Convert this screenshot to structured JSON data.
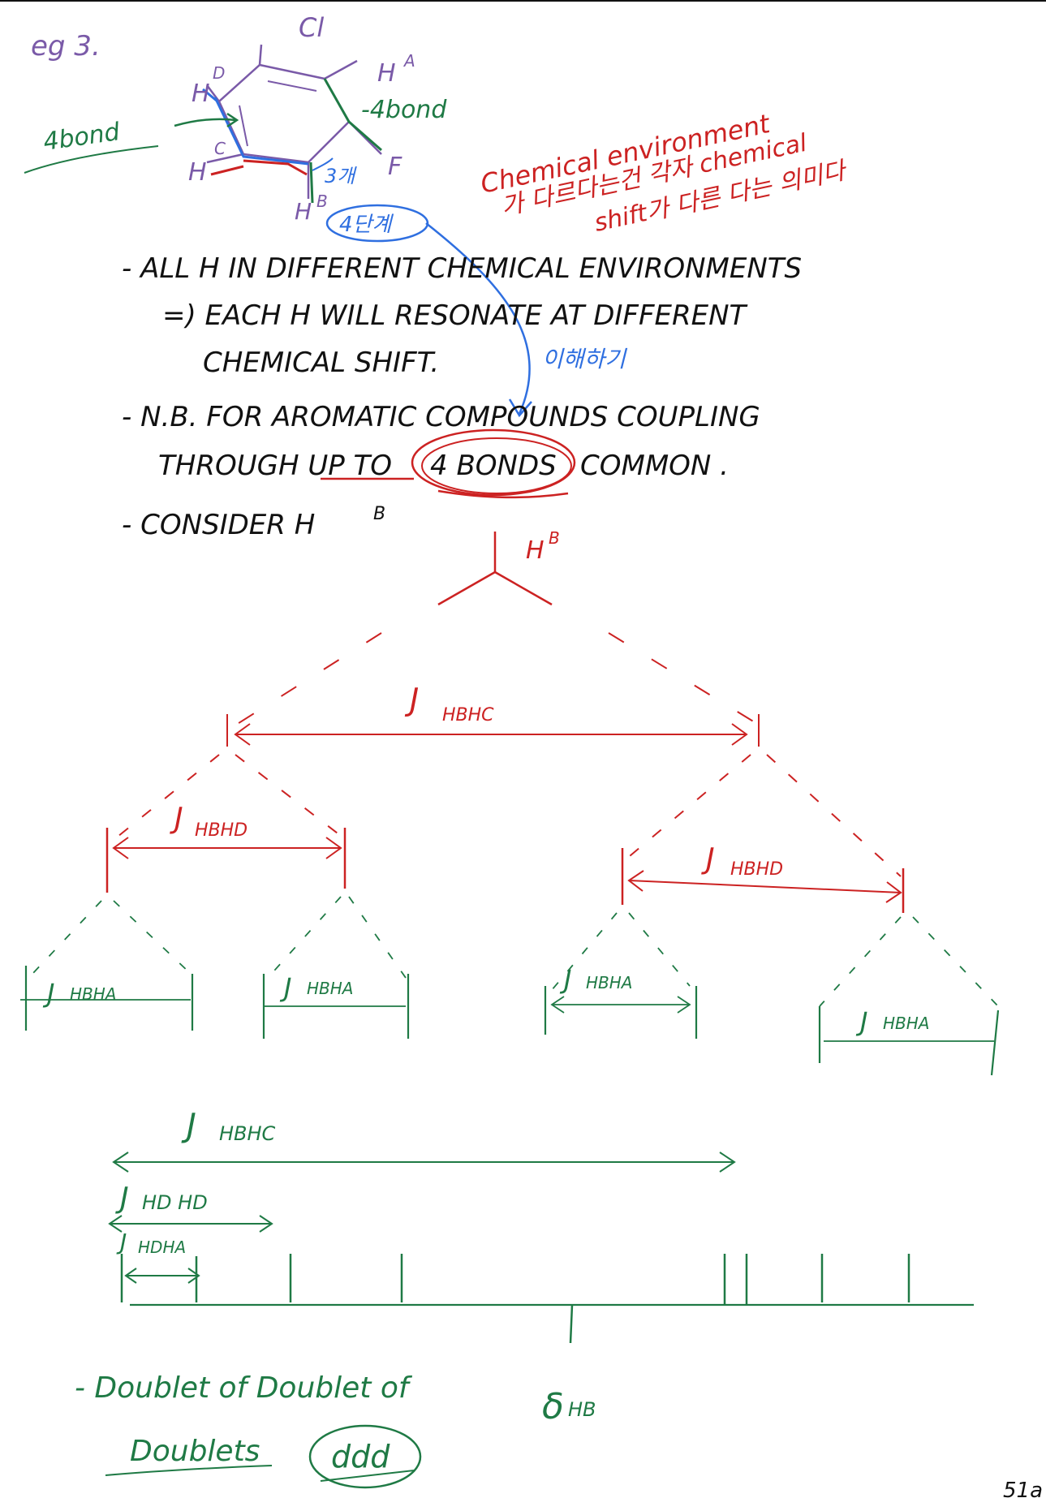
{
  "colors": {
    "purple": "#7a5aa8",
    "blue": "#2f6fe0",
    "red": "#cc2222",
    "green": "#1f7a45",
    "black": "#111111"
  },
  "molecule": {
    "eg_label": "eg 3.",
    "cl": "Cl",
    "h_d": "H",
    "h_d_sup": "D",
    "h_a": "H",
    "h_a_sup": "A",
    "h_c": "H",
    "h_c_sup": "C",
    "h_b": "H",
    "h_b_sup": "B",
    "f": "F",
    "bond4_left": "4bond",
    "bond4_right": "-4bond",
    "korean_blue_near": "3개",
    "korean_blue_circle": "4단계",
    "korean_blue_side": "이해하기",
    "red_note_line1": "Chemical environment",
    "red_note_line2": "가 다르다는건 각자 chemical",
    "red_note_line3": "shift가 다른 다는 의미다"
  },
  "notes": {
    "line1": "- ALL  H  IN  DIFFERENT  CHEMICAL  ENVIRONMENTS",
    "line2": "=) EACH  H  WILL  RESONATE  AT  DIFFERENT",
    "line3": "CHEMICAL SHIFT.",
    "line4": "- N.B.  FOR  AROMATIC  COMPOUNDS  COUPLING",
    "line5_a": "THROUGH  UP  TO",
    "line5_b": "4  BONDS",
    "line5_c": "COMMON .",
    "line6": "- CONSIDER  H",
    "line6_sup": "B"
  },
  "tree": {
    "top_label": "H",
    "top_label_sup": "B",
    "level1_label": "J",
    "level1_sub": "HBHC",
    "level2_left_label": "J",
    "level2_left_sub": "HBHD",
    "level2_right_label": "J",
    "level2_right_sub": "HBHD",
    "level3_label": "J",
    "level3_sub": "HBHA"
  },
  "spectrum": {
    "j_bc_label": "J",
    "j_bc_sub": "HBHC",
    "j_bd_label": "J",
    "j_bd_sub": "HD  HD",
    "j_ba_label": "J",
    "j_ba_sub": "HDHA",
    "delta_label": "δ",
    "delta_sub": "HB"
  },
  "footer": {
    "summary_line1": "- Doublet of Doublet of",
    "summary_line2": "Doublets",
    "abbrev": "ddd",
    "page_number": "51a"
  }
}
